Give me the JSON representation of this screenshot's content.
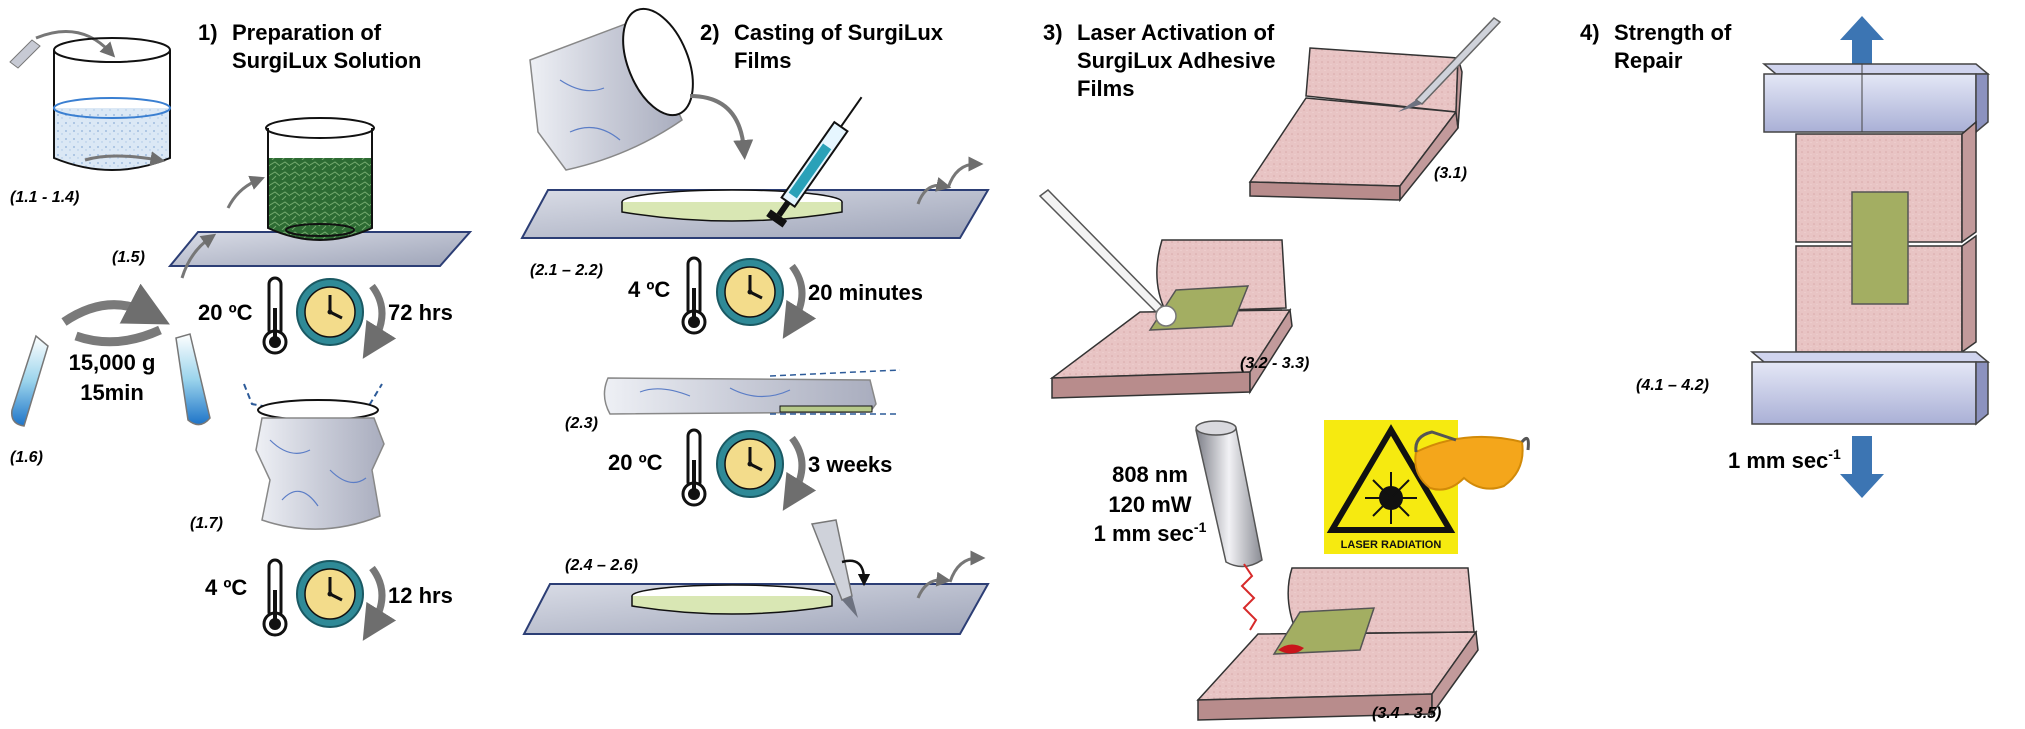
{
  "sections": [
    {
      "num": "1)",
      "line1": "Preparation of",
      "line2": "SurgiLux   Solution",
      "line3": ""
    },
    {
      "num": "2)",
      "line1": "Casting of SurgiLux",
      "line2": "Films",
      "line3": ""
    },
    {
      "num": "3)",
      "line1": "Laser Activation of",
      "line2": "SurgiLux   Adhesive",
      "line3": "Films"
    },
    {
      "num": "4)",
      "line1": "Strength of",
      "line2": "Repair",
      "line3": ""
    }
  ],
  "step_labels": {
    "s1_1": "(1.1 - 1.4)",
    "s1_5": "(1.5)",
    "s1_6": "(1.6)",
    "s1_7": "(1.7)",
    "s2_1": "(2.1 – 2.2)",
    "s2_3": "(2.3)",
    "s2_4": "(2.4 – 2.6)",
    "s3_1": "(3.1)",
    "s3_2": "(3.2 - 3.3)",
    "s3_4": "(3.4 - 3.5)",
    "s4_1": "(4.1 – 4.2)"
  },
  "conditions": {
    "c1_temp": "20 ºC",
    "c1_time": "72 hrs",
    "centrifuge_force": "15,000 g",
    "centrifuge_time": "15min",
    "c2_temp": "4 ºC",
    "c2_time": "12 hrs",
    "c3_temp": "4 ºC",
    "c3_time": "20 minutes",
    "c4_temp": "20 ºC",
    "c4_time": "3 weeks"
  },
  "laser": {
    "wavelength": "808 nm",
    "power": "120 mW",
    "speed_main": "1 mm sec",
    "speed_exp": "-1",
    "warning": "LASER RADIATION"
  },
  "repair": {
    "speed_main": "1 mm sec",
    "speed_exp": "-1"
  },
  "colors": {
    "tissue": "#e8c4c4",
    "film": "#a3ae62",
    "glass": "#b7bccd",
    "clock_ring": "#2f8a97",
    "clock_face": "#f3dc8b",
    "arrow_blue": "#3c75b3",
    "solution_green": "#2d6b33",
    "warning_yellow": "#f6ea10"
  }
}
